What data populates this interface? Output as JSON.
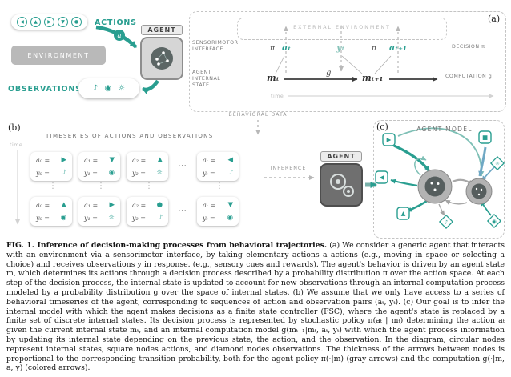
{
  "panel_a": {
    "label": "(a)",
    "actions_label": "ACTIONS",
    "action_icons": [
      "◀",
      "▲",
      "▶",
      "▼",
      "●"
    ],
    "environment_label": "ENVIRONMENT",
    "observations_label": "OBSERVATIONS",
    "observation_icons": [
      "♪",
      "◉",
      "☼"
    ],
    "agent_label": "AGENT",
    "action_arrow_label": "a",
    "external_environment_label": "EXTERNAL ENVIRONMENT",
    "sensorimotor_interface_label": "SENSORIMOTOR INTERFACE",
    "agent_internal_state_label": "AGENT INTERNAL STATE",
    "decision_label": "DECISION π",
    "computation_label": "COMPUTATION g",
    "time_label": "time",
    "timeline": {
      "pi1": "π",
      "a_t": "aₜ",
      "y_t": "yₜ",
      "pi2": "π",
      "a_t1": "aₜ₊₁",
      "m_t": "mₜ",
      "g": "g",
      "m_t1": "mₜ₊₁"
    }
  },
  "behavioral_data_label": "BEHAVIORAL DATA",
  "panel_b": {
    "label": "(b)",
    "title": "TIMESERIES OF ACTIONS AND OBSERVATIONS",
    "time_label": "time",
    "inference_label": "INFERENCE",
    "agent_label": "AGENT",
    "ellipsis_h": "⋯",
    "ellipsis_v": "⋮",
    "rows": [
      {
        "cards": [
          {
            "a": "a₀ =",
            "ai": "▶",
            "y": "y₀ =",
            "yi": "♪"
          },
          {
            "a": "a₁ =",
            "ai": "▼",
            "y": "y₁ =",
            "yi": "◉"
          },
          {
            "a": "a₂ =",
            "ai": "▲",
            "y": "y₂ =",
            "yi": "☼"
          },
          {
            "a": "aₜ =",
            "ai": "◀",
            "y": "yₜ =",
            "yi": "♪"
          }
        ]
      },
      {
        "cards": [
          {
            "a": "a₀ =",
            "ai": "▲",
            "y": "y₀ =",
            "yi": "◉"
          },
          {
            "a": "a₁ =",
            "ai": "▶",
            "y": "y₁ =",
            "yi": "☼"
          },
          {
            "a": "a₂ =",
            "ai": "●",
            "y": "y₂ =",
            "yi": "♪"
          },
          {
            "a": "aₜ =",
            "ai": "▼",
            "y": "yₜ =",
            "yi": "◉"
          }
        ]
      }
    ]
  },
  "panel_c": {
    "label": "(c)",
    "title": "AGENT MODEL",
    "square_icons": [
      "▶",
      "◀",
      "▲",
      "■"
    ],
    "diamond_icons": [
      "♪",
      "◉",
      "☼"
    ]
  },
  "caption": {
    "bold": "FIG. 1. Inference of decision-making processes from behavioral trajectories.",
    "body": " (a) We consider a generic agent that interacts with an environment via a sensorimotor interface, by taking elementary actions a actions (e.g., moving in space or selecting a choice) and receives observations y in response. (e.g., sensory cues and rewards). The agent's behavior is driven by an agent state m, which determines its actions through a decision process described by a probability distribution π over the action space. At each step of the decision process, the internal state is updated to account for new observations through an internal computation process modeled by a probability distribution g over the space of internal states. (b) We assume that we only have access to a series of behavioral timeseries of the agent, corresponding to sequences of action and observation pairs (aₜ, yₜ). (c) Our goal is to infer the internal model with which the agent makes decisions as a finite state controller (FSC), where the agent's state is replaced by a finite set of discrete internal states. Its decision process is represented by stochastic policy π(aₜ | mₜ) determining the action aₜ given the current internal state mₜ, and an internal computation model g(mₜ₊₁|mₜ, aₜ, yₜ) with which the agent process information by updating its internal state depending on the previous state, the action, and the observation. In the diagram, circular nodes represent internal states, square nodes actions, and diamond nodes observations. The thickness of the arrows between nodes is proportional to the corresponding transition probability, both for the agent policy π(·|m) (gray arrows) and the computation g(·|m, a, y) (colored arrows)."
  }
}
